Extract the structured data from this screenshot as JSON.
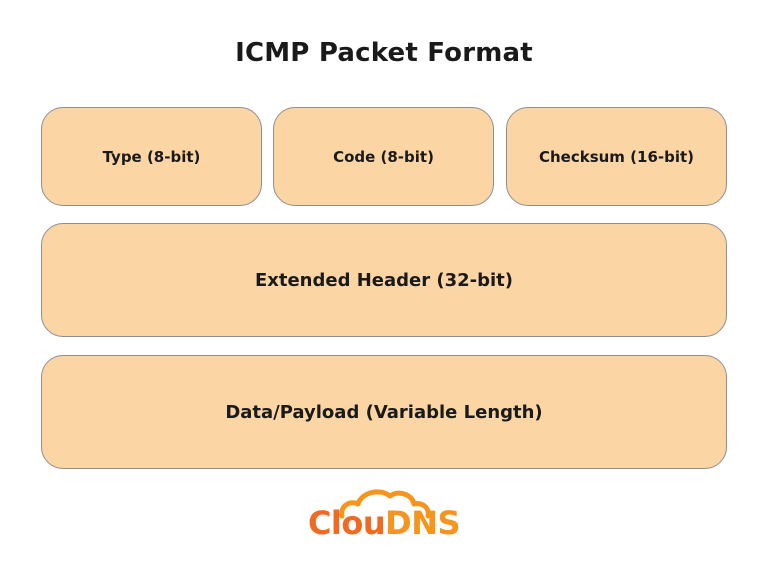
{
  "title": "ICMP Packet Format",
  "fields": {
    "type": "Type (8-bit)",
    "code": "Code (8-bit)",
    "checksum": "Checksum (16-bit)",
    "extended_header": "Extended Header (32-bit)",
    "data_payload": "Data/Payload (Variable Length)"
  },
  "logo": {
    "part1": "Clou",
    "part2": "DNS",
    "icon": "cloud-icon"
  },
  "colors": {
    "field_fill": "#fcd5a5",
    "field_border": "#8f8f8f",
    "logo_orange": "#f26a21",
    "logo_amber": "#f7941d"
  }
}
